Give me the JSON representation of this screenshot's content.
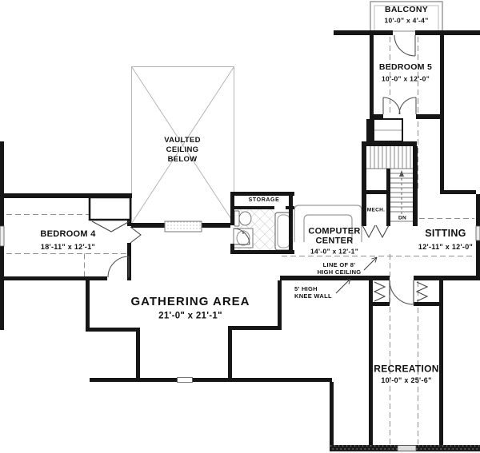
{
  "rooms": {
    "balcony": {
      "name": "BALCONY",
      "dims": "10'-0\" x 4'-4\""
    },
    "bedroom5": {
      "name": "BEDROOM 5",
      "dims": "10'-0\" x 12'-0\""
    },
    "bedroom4": {
      "name": "BEDROOM 4",
      "dims": "18'-11\" x 12'-1\""
    },
    "computer_center": {
      "name_line1": "COMPUTER",
      "name_line2": "CENTER",
      "dims": "14'-0\" x 12'-1\""
    },
    "sitting": {
      "name": "SITTING",
      "dims": "12'-11\" x 12'-0\""
    },
    "gathering_area": {
      "name": "GATHERING AREA",
      "dims": "21'-0\" x 21'-1\""
    },
    "recreation": {
      "name": "RECREATION",
      "dims": "10'-0\" x 25'-6\""
    },
    "storage": {
      "name": "STORAGE"
    },
    "mech": {
      "name": "MECH."
    },
    "vaulted_ceiling": {
      "line1": "VAULTED",
      "line2": "CEILING",
      "line3": "BELOW"
    }
  },
  "annotations": {
    "stairs_down": "DN",
    "ceiling_line_1": "LINE OF 8'",
    "ceiling_line_2": "HIGH CEILING",
    "knee_wall_1": "5' HIGH",
    "knee_wall_2": "KNEE WALL"
  },
  "colors": {
    "wall": "#161616",
    "fixture_line": "#777777",
    "dashed_line": "#999999",
    "text": "#111111"
  }
}
